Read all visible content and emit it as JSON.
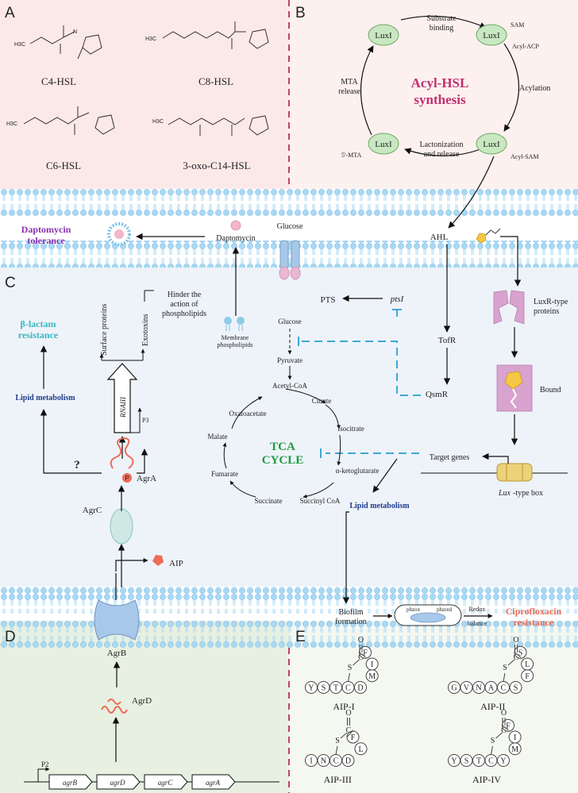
{
  "panels": {
    "a": "A",
    "b": "B",
    "c": "C",
    "d": "D",
    "e": "E"
  },
  "colors": {
    "topBg": "#fbe9e8",
    "midBg": "#eef3f9",
    "bottomBg": "#e7f0e1",
    "divider": "#c0426b",
    "membrane": "#9cd0ef",
    "magenta": "#c0306f",
    "cyan": "#3aa9d8",
    "purple": "#8a2fb0",
    "green": "#1f9c3f",
    "navy": "#1f3c8f",
    "teal": "#39b6c2",
    "salmon": "#ec6c57",
    "luxI": "#c9e8c1"
  },
  "panelA": {
    "molecules": [
      {
        "label": "C4-HSL",
        "chain": "H3C"
      },
      {
        "label": "C8-HSL",
        "chain": "H3C"
      },
      {
        "label": "C6-HSL",
        "chain": "H3C"
      },
      {
        "label": "3-oxo-C14-HSL",
        "chain": "H3C"
      }
    ],
    "nh": "N",
    "hyd": "H"
  },
  "panelB": {
    "title1": "Acyl-HSL",
    "title2": "synthesis",
    "enzyme": "LuxI",
    "steps": {
      "substrate1": "Substrate",
      "substrate2": "binding",
      "acylation": "Acylation",
      "lacto1": "Lactonization",
      "lacto2": "and release",
      "mta1": "MTA",
      "mta2": "release"
    },
    "sam": "SAM",
    "acylAcp": "Acyl-ACP",
    "acylSam": "Acyl-SAM",
    "mta": "5'-MTA"
  },
  "panelC": {
    "daptoTol1": "Daptomycin",
    "daptoTol2": "tolerance",
    "daptomycin": "Daptomycin",
    "glucoseTop": "Glucose",
    "hinder1": "Hinder the",
    "hinder2": "action of",
    "hinder3": "phospholipids",
    "membranePL1": "Membrane",
    "membranePL2": "phospholipids",
    "surface": "Surface proteins",
    "exotoxins": "Exotoxins",
    "rnaiii": "RNAIII",
    "p3": "P3",
    "betaLactam1": "β-lactam",
    "betaLactam2": "resistance",
    "lipidMetab": "Lipid metabolism",
    "question": "?",
    "agrA": "AgrA",
    "phospho": "P",
    "agrC": "AgrC",
    "aip": "AIP",
    "pts": "PTS",
    "ptsI": "ptsI",
    "glucose": "Glucose",
    "pyruvate": "Pyruvate",
    "acetylCoA": "Acetyl-CoA",
    "tca": {
      "citrate": "Citrate",
      "isocitrate": "Isocitrate",
      "akg": "α-ketoglutarate",
      "succinylCoA": "Succinyl CoA",
      "succinate": "Succinate",
      "fumarate": "Fumarate",
      "malate": "Malate",
      "oxaloacetate": "Oxaloacetate",
      "label1": "TCA",
      "label2": "CYCLE"
    },
    "ahl": "AHL",
    "tofR": "TofR",
    "qsmR": "QsmR",
    "luxR1": "LuxR-type",
    "luxR2": "proteins",
    "bound": "Bound",
    "targetGenes": "Target genes",
    "luxBox1": "Lux",
    "luxBox2": "-type box",
    "lipidMetab2": "Lipid metabolism",
    "biofilm1": "Biofilm",
    "biofilm2": "formation",
    "phzOx": "phzox",
    "phzRed": "phzred",
    "redox1": "Redox",
    "redox2": "balance",
    "cipro1": "Ciprofloxacin",
    "cipro2": "resistance"
  },
  "panelD": {
    "agrB": "AgrB",
    "agrD": "AgrD",
    "p2": "P2",
    "genes": [
      "agrB",
      "agrD",
      "agrC",
      "agrA"
    ]
  },
  "panelE": {
    "aips": [
      {
        "name": "AIP-I",
        "tail": [
          "Y",
          "S",
          "T",
          "C",
          "D"
        ],
        "ring": [
          "M",
          "I",
          "F"
        ]
      },
      {
        "name": "AIP-II",
        "tail": [
          "G",
          "V",
          "N",
          "A",
          "C",
          "S"
        ],
        "ring": [
          "F",
          "L",
          "S"
        ]
      },
      {
        "name": "AIP-III",
        "tail": [
          "I",
          "N",
          "C",
          "D"
        ],
        "ring": [
          "L",
          "F"
        ]
      },
      {
        "name": "AIP-IV",
        "tail": [
          "Y",
          "S",
          "T",
          "C",
          "Y"
        ],
        "ring": [
          "M",
          "I",
          "F"
        ]
      }
    ],
    "carbon": "C",
    "oxygen": "O",
    "sulfur": "S"
  }
}
